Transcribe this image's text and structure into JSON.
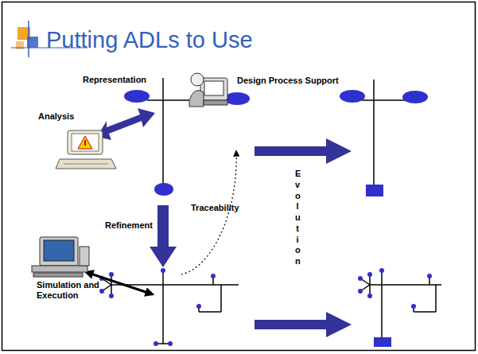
{
  "diagram": {
    "title": "Putting ADLs to Use",
    "labels": [
      "Representation",
      "Design Process Support",
      "Analysis",
      "Traceability",
      "Refinement",
      "Evolution",
      "Simulation and Execution"
    ]
  }
}
